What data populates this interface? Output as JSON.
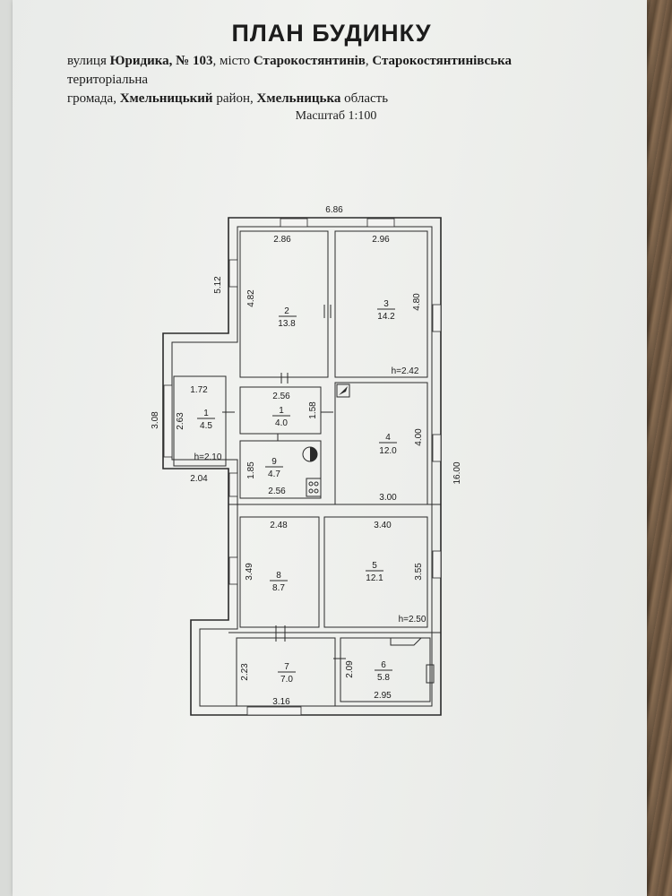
{
  "document": {
    "title": "ПЛАН БУДИНКУ",
    "address": {
      "l1_pre": "вулиця ",
      "street": "Юридика, № 103",
      "l1_mid": ", місто ",
      "city": "Старокостянтинів",
      "l1_sep": ", ",
      "community": "Старокостянтинівська",
      "l1_post": " територіальна",
      "l2_pre": "громада, ",
      "district": "Хмельницький",
      "l2_mid": " район, ",
      "region": "Хмельницька",
      "l2_post": " область"
    },
    "scale": "Масштаб 1:100"
  },
  "plan": {
    "overall_width": "6.86",
    "overall_length": "16.00",
    "top_block_height": "5.12",
    "rooms": [
      {
        "number": "1",
        "area": "4.5"
      },
      {
        "number": "2",
        "area": "13.8"
      },
      {
        "number": "3",
        "area": "14.2"
      },
      {
        "number": "1",
        "area": "4.0"
      },
      {
        "number": "4",
        "area": "12.0"
      },
      {
        "number": "9",
        "area": "4.7"
      },
      {
        "number": "8",
        "area": "8.7"
      },
      {
        "number": "5",
        "area": "12.1"
      },
      {
        "number": "7",
        "area": "7.0"
      },
      {
        "number": "6",
        "area": "5.8"
      }
    ],
    "dims": {
      "r2_w": "2.86",
      "r2_h": "4.82",
      "r3_w": "2.96",
      "r3_h": "4.80",
      "r3_ceiling": "h=2.42",
      "r1a_w": "1.72",
      "r1a_h": "2.63",
      "r1a_outer_h": "3.08",
      "r1a_ceiling": "h=2.10",
      "r1a_outer_w": "2.04",
      "r1b_w": "2.56",
      "r1b_h": "1.58",
      "r4_h": "4.00",
      "r4_w": "3.00",
      "r9_h": "1.85",
      "r9_w": "2.56",
      "r8_w": "2.48",
      "r8_h": "3.49",
      "r5_w": "3.40",
      "r5_h": "3.55",
      "r5_ceiling": "h=2.50",
      "r7_h": "2.23",
      "r7_w": "3.16",
      "r6_h": "2.09",
      "r6_w": "2.95"
    }
  }
}
